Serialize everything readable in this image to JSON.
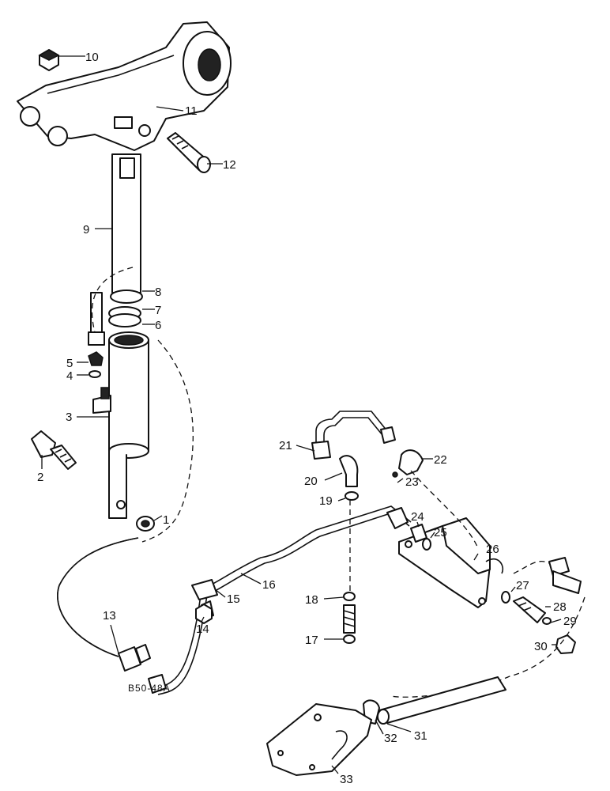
{
  "figure_code": "B50-48A",
  "callouts": [
    "1",
    "2",
    "3",
    "4",
    "5",
    "6",
    "7",
    "8",
    "9",
    "10",
    "11",
    "12",
    "13",
    "14",
    "15",
    "16",
    "17",
    "18",
    "19",
    "20",
    "21",
    "22",
    "23",
    "24",
    "25",
    "26",
    "27",
    "28",
    "29",
    "30",
    "31",
    "32",
    "33"
  ]
}
